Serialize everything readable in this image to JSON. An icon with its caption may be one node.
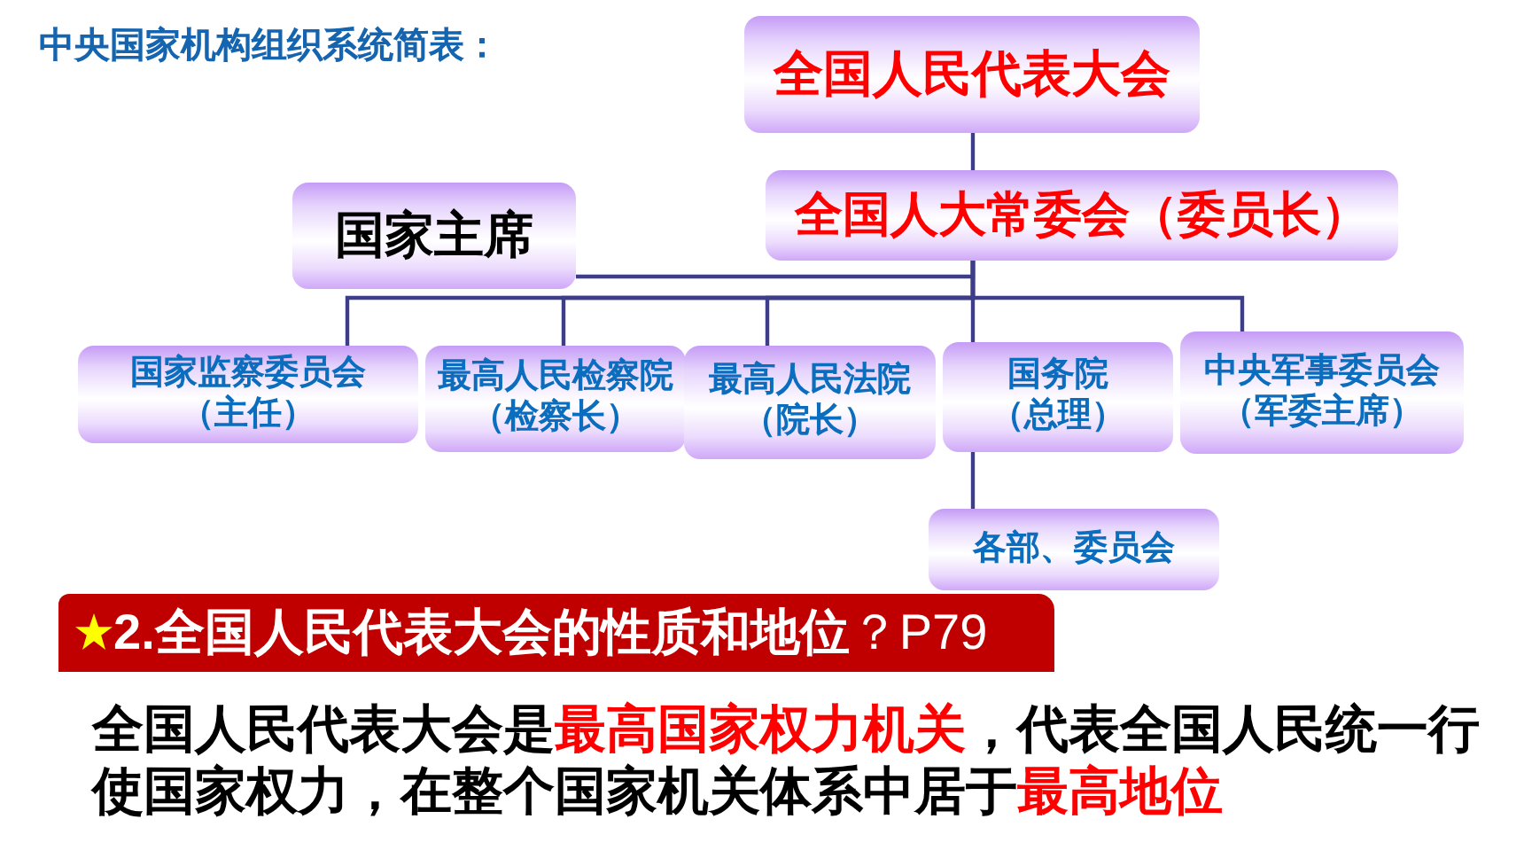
{
  "diagram": {
    "title": "中央国家机构组织系统简表：",
    "nodes": [
      {
        "text": [
          "全国人民代表大会"
        ]
      },
      {
        "text": [
          "全国人大常委会（委员长）"
        ]
      },
      {
        "text": [
          "国家主席"
        ]
      },
      {
        "text": [
          "国家监察委员会",
          "（主任）"
        ]
      },
      {
        "text": [
          "最高人民检察院",
          "（检察长）"
        ]
      },
      {
        "text": [
          "最高人民法院",
          "（院长）"
        ]
      },
      {
        "text": [
          "国务院",
          "（总理）"
        ]
      },
      {
        "text": [
          "中央军事委员会",
          "（军委主席）"
        ]
      },
      {
        "text": [
          "各部、委员会"
        ]
      },
      {
        "text": [
          "**2.全国人民代表大会的性质和地位**？P79"
        ]
      }
    ],
    "edges": [
      {
        "from": 0,
        "to": 1,
        "arrow": "none"
      },
      {
        "from": 1,
        "to": 2,
        "arrow": "none"
      },
      {
        "from": 1,
        "to": 3,
        "arrow": "none"
      },
      {
        "from": 1,
        "to": 4,
        "arrow": "none"
      },
      {
        "from": 1,
        "to": 5,
        "arrow": "none"
      },
      {
        "from": 1,
        "to": 6,
        "arrow": "none"
      },
      {
        "from": 1,
        "to": 7,
        "arrow": "none"
      },
      {
        "from": 6,
        "to": 8,
        "arrow": "none"
      }
    ],
    "labels": [
      "全国人民代表大会是**最高国家权力机关**，代表全国人民统一行使国家权力，在整个国家机关体系中居于**最高地位**"
    ]
  }
}
